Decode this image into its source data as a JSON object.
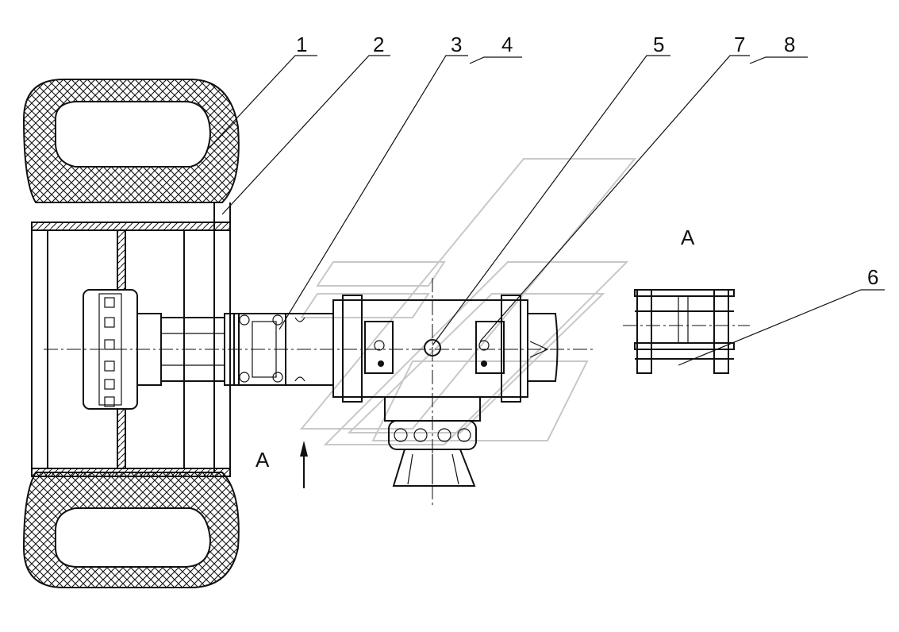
{
  "diagram": {
    "callouts": [
      "1",
      "2",
      "3",
      "4",
      "5",
      "6",
      "7",
      "8"
    ],
    "view_label_main": "A",
    "view_label_detail": "A"
  }
}
